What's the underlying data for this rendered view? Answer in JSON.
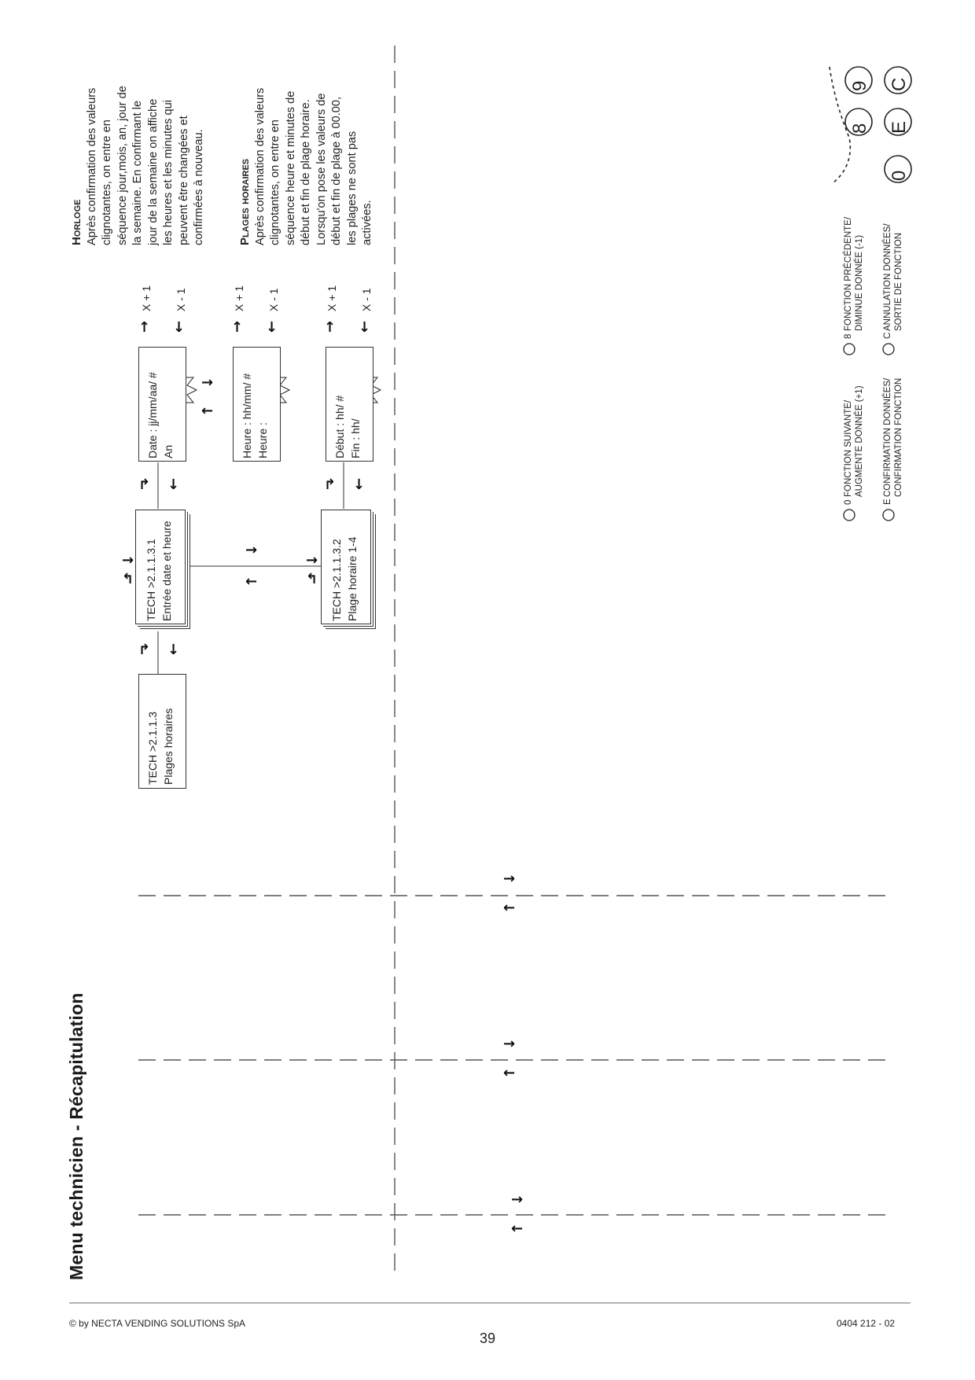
{
  "page": {
    "title": "Menu technicien - Récapitulation",
    "page_number": "39",
    "copyright": "© by NECTA VENDING SOLUTIONS SpA",
    "doc_code": "0404 212 - 02"
  },
  "boxes": {
    "b1": {
      "line1": "TECH >2.1.1.3",
      "line2": "Plages horaires"
    },
    "b2": {
      "line1": "TECH >2.1.1.3.1",
      "line2": "Entrée date et heure"
    },
    "b3": {
      "line1": "Date : jj/mm/aa/ #",
      "line2": "An"
    },
    "b4": {
      "line1": "Heure : hh/mm/ #",
      "line2": "Heure :"
    },
    "b5": {
      "line1": "TECH >2.1.1.3.2",
      "line2": "Plage horaire 1-4"
    },
    "b6": {
      "line1": "Début : hh/ #",
      "line2": "Fin : hh/"
    }
  },
  "steps": {
    "plus": "X + 1",
    "minus": "X - 1"
  },
  "notes": {
    "horloge": {
      "heading": "Horloge",
      "lines": [
        "Après confirmation des valeurs",
        "clignotantes, on entre en",
        "séquence jour,mois, an, jour de",
        "la semaine. En confirmant le",
        "jour de la semaine on affiche",
        "les heures et les minutes qui",
        "peuvent être changées et",
        "confirmées à nouveau."
      ]
    },
    "plages": {
      "heading": "Plages horaires",
      "lines": [
        "Après confirmation des valeurs",
        "clignotantes, on entre en",
        "séquence heure et minutes de",
        "début et fin de plage horaire.",
        "Lorsqu'on pose les valeurs de",
        "début et fin de plage à 00.00,",
        "les plages ne sont pas",
        "activées."
      ]
    }
  },
  "legend": {
    "k0": {
      "key": "0",
      "line1": "FONCTION SUIVANTE/",
      "line2": "AUGMENTE DONNÉE (+1)"
    },
    "k8": {
      "key": "8",
      "line1": "FONCTION PRÉCÉDENTE/",
      "line2": "DIMINUE DONNÉE (-1)"
    },
    "kE": {
      "key": "E",
      "line1": "CONFIRMATION DONNÉES/",
      "line2": "CONFIRMATION FONCTION"
    },
    "kC": {
      "key": "C",
      "line1": "ANNULATION DONNÉES/",
      "line2": "SORTIE DE FONCTION"
    }
  },
  "keypad": {
    "keys": [
      "8",
      "9",
      "0",
      "E",
      "C"
    ]
  }
}
